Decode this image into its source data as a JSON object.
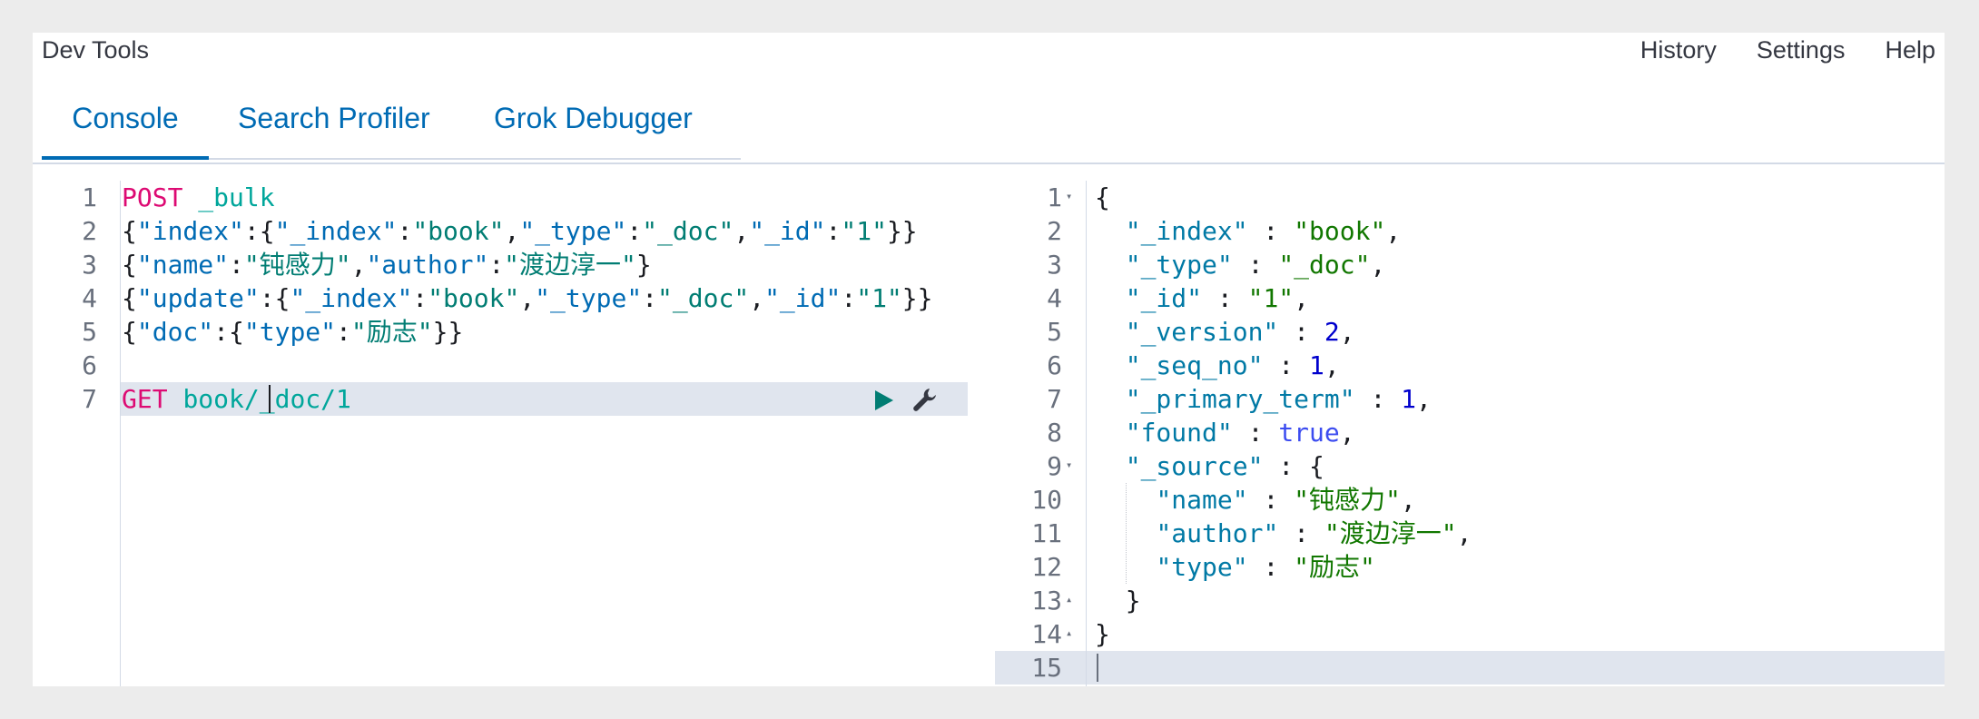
{
  "app_title": "Dev Tools",
  "top_nav": [
    "History",
    "Settings",
    "Help"
  ],
  "tabs": [
    "Console",
    "Search Profiler",
    "Grok Debugger"
  ],
  "request_editor": {
    "line_numbers": [
      "1",
      "2",
      "3",
      "4",
      "5",
      "6",
      "7"
    ],
    "lines": [
      [
        [
          "kw",
          "POST"
        ],
        [
          "plain",
          " "
        ],
        [
          "url",
          "_bulk"
        ]
      ],
      [
        [
          "punc",
          "{"
        ],
        [
          "k",
          "\"index\""
        ],
        [
          "punc",
          ":{"
        ],
        [
          "k",
          "\"_index\""
        ],
        [
          "punc",
          ":"
        ],
        [
          "str",
          "\"book\""
        ],
        [
          "punc",
          ","
        ],
        [
          "k",
          "\"_type\""
        ],
        [
          "punc",
          ":"
        ],
        [
          "str",
          "\"_doc\""
        ],
        [
          "punc",
          ","
        ],
        [
          "k",
          "\"_id\""
        ],
        [
          "punc",
          ":"
        ],
        [
          "str",
          "\"1\""
        ],
        [
          "punc",
          "}}"
        ]
      ],
      [
        [
          "punc",
          "{"
        ],
        [
          "k",
          "\"name\""
        ],
        [
          "punc",
          ":"
        ],
        [
          "str",
          "\"钝感力\""
        ],
        [
          "punc",
          ","
        ],
        [
          "k",
          "\"author\""
        ],
        [
          "punc",
          ":"
        ],
        [
          "str",
          "\"渡边淳一\""
        ],
        [
          "punc",
          "}"
        ]
      ],
      [
        [
          "punc",
          "{"
        ],
        [
          "k",
          "\"update\""
        ],
        [
          "punc",
          ":{"
        ],
        [
          "k",
          "\"_index\""
        ],
        [
          "punc",
          ":"
        ],
        [
          "str",
          "\"book\""
        ],
        [
          "punc",
          ","
        ],
        [
          "k",
          "\"_type\""
        ],
        [
          "punc",
          ":"
        ],
        [
          "str",
          "\"_doc\""
        ],
        [
          "punc",
          ","
        ],
        [
          "k",
          "\"_id\""
        ],
        [
          "punc",
          ":"
        ],
        [
          "str",
          "\"1\""
        ],
        [
          "punc",
          "}}"
        ]
      ],
      [
        [
          "punc",
          "{"
        ],
        [
          "k",
          "\"doc\""
        ],
        [
          "punc",
          ":{"
        ],
        [
          "k",
          "\"type\""
        ],
        [
          "punc",
          ":"
        ],
        [
          "str",
          "\"励志\""
        ],
        [
          "punc",
          "}}"
        ]
      ],
      [],
      [
        [
          "kw",
          "GET"
        ],
        [
          "plain",
          " "
        ],
        [
          "url",
          "book/_doc/1"
        ]
      ]
    ]
  },
  "response_editor": {
    "line_numbers": [
      "1",
      "2",
      "3",
      "4",
      "5",
      "6",
      "7",
      "8",
      "9",
      "10",
      "11",
      "12",
      "13",
      "14",
      "15"
    ],
    "lines": [
      [
        [
          "punc",
          "{"
        ]
      ],
      [
        [
          "plain",
          "  "
        ],
        [
          "rk",
          "\"_index\""
        ],
        [
          "punc",
          " : "
        ],
        [
          "rs",
          "\"book\""
        ],
        [
          "punc",
          ","
        ]
      ],
      [
        [
          "plain",
          "  "
        ],
        [
          "rk",
          "\"_type\""
        ],
        [
          "punc",
          " : "
        ],
        [
          "rs",
          "\"_doc\""
        ],
        [
          "punc",
          ","
        ]
      ],
      [
        [
          "plain",
          "  "
        ],
        [
          "rk",
          "\"_id\""
        ],
        [
          "punc",
          " : "
        ],
        [
          "rs",
          "\"1\""
        ],
        [
          "punc",
          ","
        ]
      ],
      [
        [
          "plain",
          "  "
        ],
        [
          "rk",
          "\"_version\""
        ],
        [
          "punc",
          " : "
        ],
        [
          "num",
          "2"
        ],
        [
          "punc",
          ","
        ]
      ],
      [
        [
          "plain",
          "  "
        ],
        [
          "rk",
          "\"_seq_no\""
        ],
        [
          "punc",
          " : "
        ],
        [
          "num",
          "1"
        ],
        [
          "punc",
          ","
        ]
      ],
      [
        [
          "plain",
          "  "
        ],
        [
          "rk",
          "\"_primary_term\""
        ],
        [
          "punc",
          " : "
        ],
        [
          "num",
          "1"
        ],
        [
          "punc",
          ","
        ]
      ],
      [
        [
          "plain",
          "  "
        ],
        [
          "rk",
          "\"found\""
        ],
        [
          "punc",
          " : "
        ],
        [
          "bool",
          "true"
        ],
        [
          "punc",
          ","
        ]
      ],
      [
        [
          "plain",
          "  "
        ],
        [
          "rk",
          "\"_source\""
        ],
        [
          "punc",
          " : {"
        ]
      ],
      [
        [
          "plain",
          "    "
        ],
        [
          "rk",
          "\"name\""
        ],
        [
          "punc",
          " : "
        ],
        [
          "rs",
          "\"钝感力\""
        ],
        [
          "punc",
          ","
        ]
      ],
      [
        [
          "plain",
          "    "
        ],
        [
          "rk",
          "\"author\""
        ],
        [
          "punc",
          " : "
        ],
        [
          "rs",
          "\"渡边淳一\""
        ],
        [
          "punc",
          ","
        ]
      ],
      [
        [
          "plain",
          "    "
        ],
        [
          "rk",
          "\"type\""
        ],
        [
          "punc",
          " : "
        ],
        [
          "rs",
          "\"励志\""
        ]
      ],
      [
        [
          "plain",
          "  "
        ],
        [
          "punc",
          "}"
        ]
      ],
      [
        [
          "punc",
          "}"
        ]
      ],
      []
    ],
    "fold_markers": [
      {
        "line": 1,
        "glyph": "▾"
      },
      {
        "line": 9,
        "glyph": "▾"
      },
      {
        "line": 13,
        "glyph": "▴"
      },
      {
        "line": 14,
        "glyph": "▴"
      }
    ]
  },
  "actions": {
    "run_icon": "play-icon",
    "settings_icon": "wrench-icon"
  },
  "colors": {
    "accent": "#006bb4",
    "active_line": "#e0e5ee",
    "method": "#dd0a73",
    "url": "#00a69b",
    "number": "#0000cd"
  }
}
